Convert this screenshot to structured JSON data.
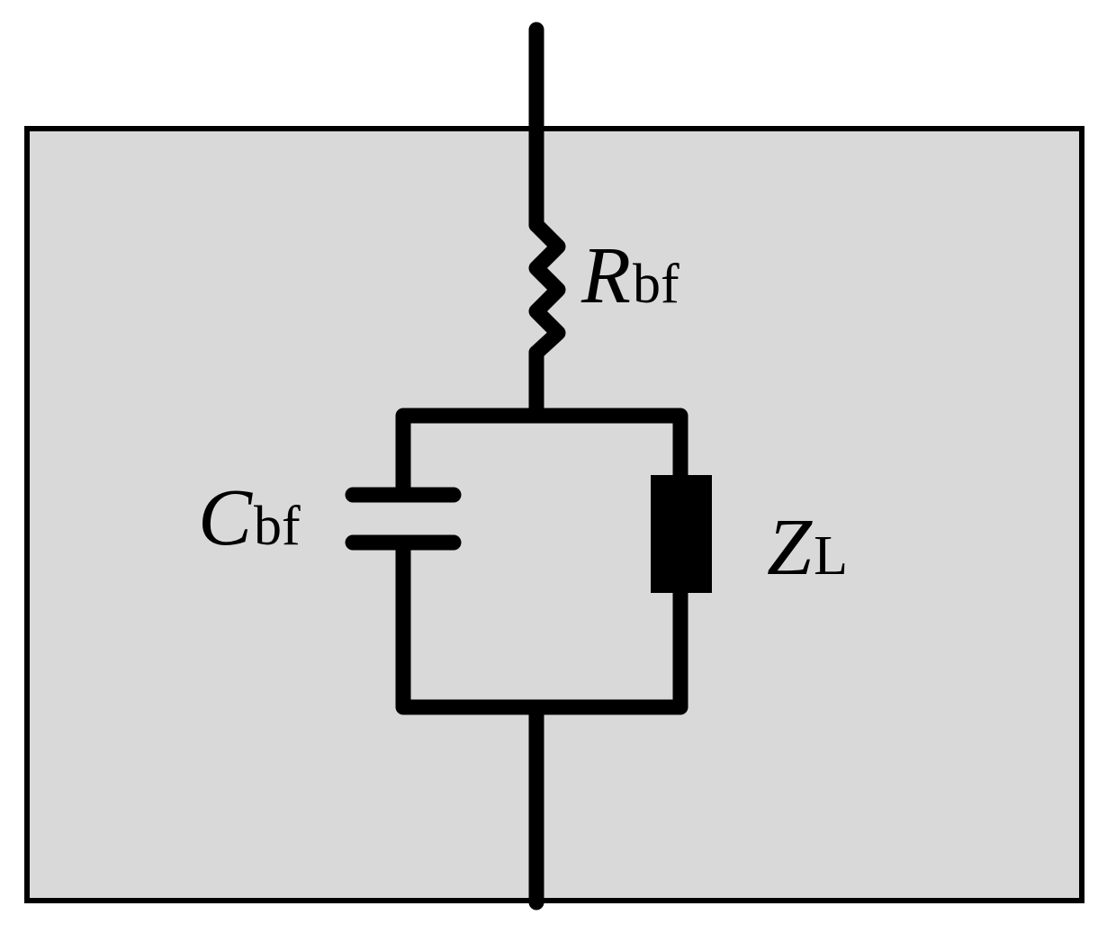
{
  "colors": {
    "box_fill": "#d9d9d9",
    "stroke": "#000000",
    "background": "#ffffff"
  },
  "components": {
    "resistor": {
      "symbol": "R",
      "subscript": "bf"
    },
    "capacitor": {
      "symbol": "C",
      "subscript": "bf"
    },
    "impedance": {
      "symbol": "Z",
      "subscript": "L"
    }
  }
}
